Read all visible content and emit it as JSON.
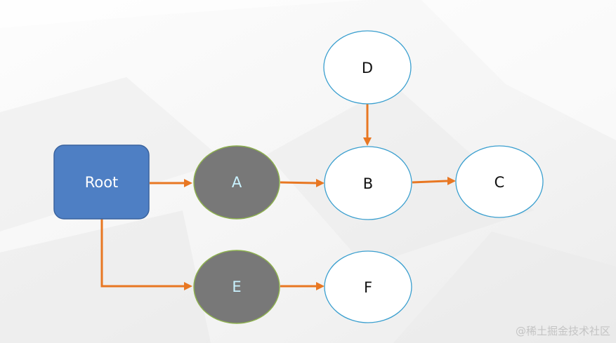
{
  "diagram": {
    "nodes": [
      {
        "id": "root",
        "label": "Root",
        "shape": "rounded-rect",
        "fill": "#4e7fc4",
        "stroke": "#3a639e",
        "text_color": "#ffffff"
      },
      {
        "id": "a",
        "label": "A",
        "shape": "ellipse",
        "fill": "#787878",
        "stroke": "#8db04f",
        "text_color": "#c9f2ff"
      },
      {
        "id": "b",
        "label": "B",
        "shape": "ellipse",
        "fill": "#ffffff",
        "stroke": "#3a9fcf",
        "text_color": "#111111"
      },
      {
        "id": "c",
        "label": "C",
        "shape": "ellipse",
        "fill": "#ffffff",
        "stroke": "#3a9fcf",
        "text_color": "#111111"
      },
      {
        "id": "d",
        "label": "D",
        "shape": "ellipse",
        "fill": "#ffffff",
        "stroke": "#3a9fcf",
        "text_color": "#111111"
      },
      {
        "id": "e",
        "label": "E",
        "shape": "ellipse",
        "fill": "#787878",
        "stroke": "#8db04f",
        "text_color": "#c9f2ff"
      },
      {
        "id": "f",
        "label": "F",
        "shape": "ellipse",
        "fill": "#ffffff",
        "stroke": "#3a9fcf",
        "text_color": "#111111"
      }
    ],
    "edges": [
      {
        "from": "root",
        "to": "a"
      },
      {
        "from": "a",
        "to": "b"
      },
      {
        "from": "b",
        "to": "c"
      },
      {
        "from": "d",
        "to": "b"
      },
      {
        "from": "root",
        "to": "e"
      },
      {
        "from": "e",
        "to": "f"
      }
    ],
    "edge_color": "#e87722"
  },
  "watermark": "@稀土掘金技术社区"
}
